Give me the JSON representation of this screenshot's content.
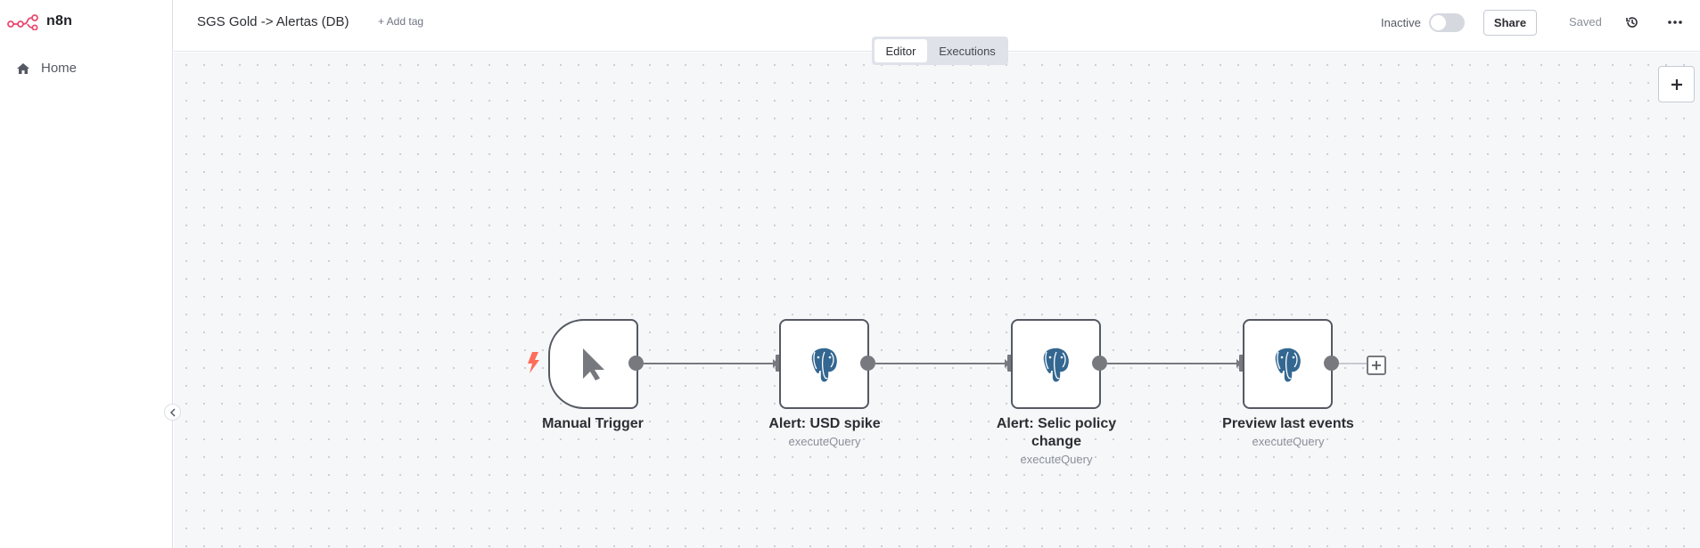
{
  "sidebar": {
    "logo_text": "n8n",
    "nav": [
      {
        "label": "Home",
        "icon": "home-icon"
      }
    ]
  },
  "header": {
    "workflow_title": "SGS Gold -> Alertas (DB)",
    "add_tag_label": "+ Add tag",
    "status_label": "Inactive",
    "active": false,
    "share_label": "Share",
    "saved_label": "Saved"
  },
  "tabs": [
    {
      "label": "Editor",
      "active": true
    },
    {
      "label": "Executions",
      "active": false
    }
  ],
  "nodes": [
    {
      "name": "Manual Trigger",
      "subtitle": "",
      "icon": "cursor-icon",
      "type": "trigger"
    },
    {
      "name": "Alert: USD spike",
      "subtitle": "executeQuery",
      "icon": "postgres-icon",
      "type": "action"
    },
    {
      "name": "Alert: Selic policy change",
      "subtitle": "executeQuery",
      "icon": "postgres-icon",
      "type": "action"
    },
    {
      "name": "Preview last events",
      "subtitle": "executeQuery",
      "icon": "postgres-icon",
      "type": "action"
    }
  ],
  "colors": {
    "accent": "#ea4b71",
    "trigger_flash": "#ff6d5a",
    "postgres_blue": "#336791",
    "handle": "#77797f",
    "node_border": "#555963"
  }
}
